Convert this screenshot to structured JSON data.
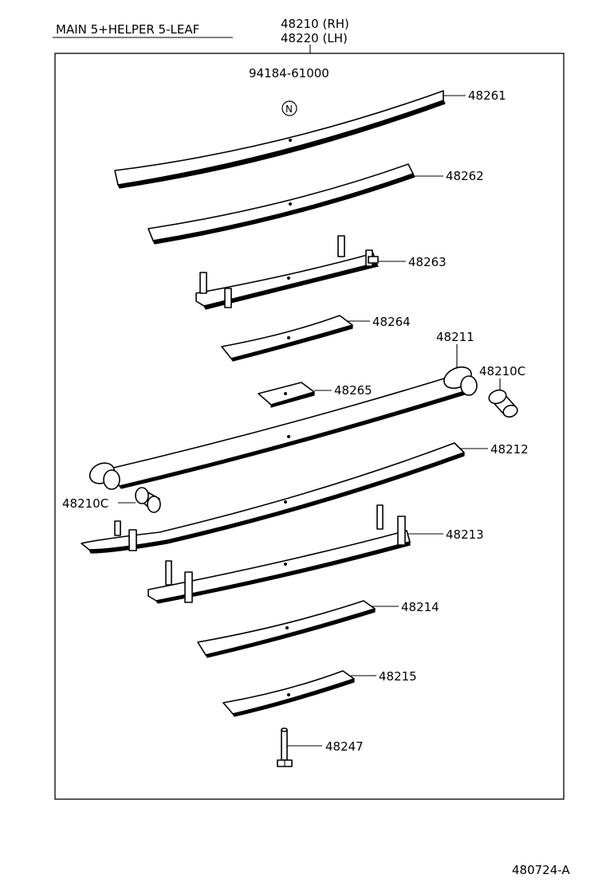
{
  "header": {
    "title": "MAIN 5+HELPER 5-LEAF",
    "assembly_rh": "48210 (RH)",
    "assembly_lh": "48220 (LH)"
  },
  "footer": {
    "figure_code": "480724-A"
  },
  "callouts": {
    "nut_part": "94184-61000",
    "nut_symbol": "N",
    "p48261": "48261",
    "p48262": "48262",
    "p48263": "48263",
    "p48264": "48264",
    "p48211": "48211",
    "p48210C_right": "48210C",
    "p48265": "48265",
    "p48212": "48212",
    "p48210C_left": "48210C",
    "p48213": "48213",
    "p48214": "48214",
    "p48215": "48215",
    "p48247": "48247"
  }
}
